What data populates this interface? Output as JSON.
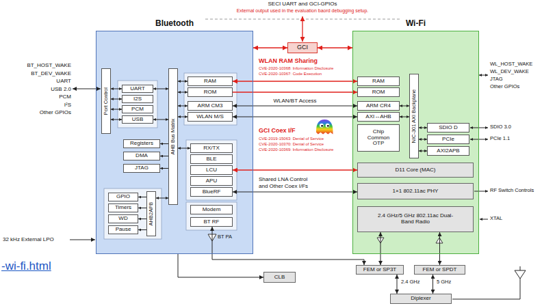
{
  "diagram": {
    "nodes": [
      {
        "text": [
          "GCI"
        ]
      },
      {
        "text": [
          "Bluetooth"
        ]
      },
      {
        "text": [
          "Port Control"
        ],
        "in": 1
      },
      {
        "text": [
          "UART"
        ],
        "in": 1
      },
      {
        "text": [
          "I2S"
        ],
        "in": 1
      },
      {
        "text": [
          "PCM"
        ],
        "in": 1
      },
      {
        "text": [
          "USB"
        ],
        "in": 1
      },
      {
        "text": [
          "AHB Bus Matrix"
        ],
        "in": 1
      },
      {
        "text": [
          "RAM"
        ],
        "in": 1
      },
      {
        "text": [
          "ROM"
        ],
        "in": 1
      },
      {
        "text": [
          "ARM CM3"
        ],
        "in": 1
      },
      {
        "text": [
          "WLAN M/S"
        ],
        "in": 1
      },
      {
        "text": [
          "Registers"
        ],
        "in": 1
      },
      {
        "text": [
          "DMA"
        ],
        "in": 1
      },
      {
        "text": [
          "JTAG"
        ],
        "in": 1
      },
      {
        "text": [
          "RX/TX"
        ],
        "in": 1
      },
      {
        "text": [
          "BLE"
        ],
        "in": 1
      },
      {
        "text": [
          "LCU"
        ],
        "in": 1
      },
      {
        "text": [
          "APU"
        ],
        "in": 1
      },
      {
        "text": [
          "BlueRF"
        ],
        "in": 1
      },
      {
        "text": [
          "GPIO"
        ],
        "in": 1
      },
      {
        "text": [
          "Timers"
        ],
        "in": 1
      },
      {
        "text": [
          "WD"
        ],
        "in": 1
      },
      {
        "text": [
          "Pause"
        ],
        "in": 1
      },
      {
        "text": [
          "AHB2APB"
        ],
        "in": 1
      },
      {
        "text": [
          "Modem"
        ],
        "in": 1
      },
      {
        "text": [
          "BT RF"
        ],
        "in": 1
      },
      {
        "text": [
          "Wi-Fi"
        ]
      },
      {
        "text": [
          "RAM"
        ],
        "in": 27
      },
      {
        "text": [
          "ROM"
        ],
        "in": 27
      },
      {
        "text": [
          "ARM CR4"
        ],
        "in": 27
      },
      {
        "text": [
          "AXI↔AHB"
        ],
        "in": 27
      },
      {
        "text": [
          "Chip Common OTP"
        ],
        "in": 27
      },
      {
        "text": [
          "NIC-301 AXI Backplane"
        ],
        "in": 27
      },
      {
        "text": [
          "SDIO D"
        ],
        "in": 27
      },
      {
        "text": [
          "PCIe"
        ],
        "in": 27
      },
      {
        "text": [
          "AXI2APB"
        ],
        "in": 27
      },
      {
        "text": [
          "D11 Core (MAC)"
        ],
        "in": 27
      },
      {
        "text": [
          "1×1 802.11ac PHY"
        ],
        "in": 27
      },
      {
        "text": [
          "2.4 GHz/5 GHz 802.11ac Dual-Band Radio"
        ],
        "in": 27
      },
      {
        "text": [
          "CLB"
        ]
      },
      {
        "text": [
          "FEM or SP3T"
        ]
      },
      {
        "text": [
          "FEM or SPDT"
        ]
      },
      {
        "text": [
          "Diplexer"
        ]
      }
    ],
    "edges": [
      {
        "from": 0,
        "to": 1,
        "arrow": "both"
      },
      {
        "from": 0,
        "to": 27,
        "arrow": "both"
      },
      {
        "from": 8,
        "to": 28,
        "arrow": "both"
      },
      {
        "from": 9,
        "to": 29,
        "arrow": "to"
      },
      {
        "from": 10,
        "to": 30,
        "arrow": "both",
        "label": "WLAN/BT Access"
      },
      {
        "from": 11,
        "to": 31,
        "arrow": "both"
      },
      {
        "from": 17,
        "to": 37,
        "arrow": "both"
      },
      {
        "from": 19,
        "to": 38,
        "arrow": "both"
      },
      {
        "from": 2,
        "to": 3,
        "arrow": "both"
      },
      {
        "from": 2,
        "to": 4,
        "arrow": "both"
      },
      {
        "from": 2,
        "to": 5,
        "arrow": "both"
      },
      {
        "from": 2,
        "to": 6,
        "arrow": "both"
      },
      {
        "from": 3,
        "to": 7,
        "arrow": "both"
      },
      {
        "from": 6,
        "to": 7,
        "arrow": "both"
      },
      {
        "from": 7,
        "to": 8,
        "arrow": "both"
      },
      {
        "from": 7,
        "to": 9,
        "arrow": "both"
      },
      {
        "from": 7,
        "to": 10,
        "arrow": "both"
      },
      {
        "from": 7,
        "to": 11,
        "arrow": "both"
      },
      {
        "from": 7,
        "to": 12,
        "arrow": "to"
      },
      {
        "from": 7,
        "to": 13,
        "arrow": "to"
      },
      {
        "from": 7,
        "to": 14,
        "arrow": "to"
      },
      {
        "from": 7,
        "to": 15,
        "arrow": "both"
      },
      {
        "from": 7,
        "to": 24,
        "arrow": "both"
      },
      {
        "from": 24,
        "to": 20,
        "arrow": "to"
      },
      {
        "from": 24,
        "to": 21,
        "arrow": "to"
      },
      {
        "from": 24,
        "to": 22,
        "arrow": "to"
      },
      {
        "from": 24,
        "to": 23,
        "arrow": "to"
      },
      {
        "from": 30,
        "to": 33,
        "arrow": "both"
      },
      {
        "from": 31,
        "to": 33,
        "arrow": "both"
      },
      {
        "from": 33,
        "to": 34,
        "arrow": "both"
      },
      {
        "from": 33,
        "to": 35,
        "arrow": "both"
      },
      {
        "from": 33,
        "to": 36,
        "arrow": "both"
      },
      {
        "from": 1,
        "to": 40,
        "arrow": "to"
      },
      {
        "from": 26,
        "to": 41,
        "arrow": "both"
      },
      {
        "from": 39,
        "to": 41,
        "arrow": "both"
      },
      {
        "from": 39,
        "to": 42,
        "arrow": "both"
      },
      {
        "from": 41,
        "to": 43,
        "arrow": "both"
      },
      {
        "from": 42,
        "to": 43,
        "arrow": "both"
      }
    ],
    "labels": [
      "SECI UART and GCI-GPIOs",
      "External output used in the evaluation baord debugging setup.",
      "WLAN RAM Sharing",
      "CVE-2020-10368: Information Disclosure",
      "CVE-2020-10367: Code Execution",
      "GCI Coex I/F",
      "CVE-2019-15063: Denial of Service",
      "CVE-2020-10370: Denial of Service",
      "CVE-2020-10369: Information Disclosure",
      "Shared LNA Control and Other Coex I/Fs",
      "BT_HOST_WAKE",
      "BT_DEV_WAKE",
      "UART",
      "USB 2.0",
      "PCM",
      "I²S",
      "Other GPIOs",
      "32 kHz External LPO",
      "BT PA",
      "WL_HOST_WAKE",
      "WL_DEV_WAKE",
      "JTAG",
      "Other GPIOs",
      "SDIO 3.0",
      "PCIe 1.1",
      "RF Switch Controls",
      "XTAL",
      "2.4 GHz",
      "5 GHz",
      "-wi-fi.html"
    ]
  }
}
